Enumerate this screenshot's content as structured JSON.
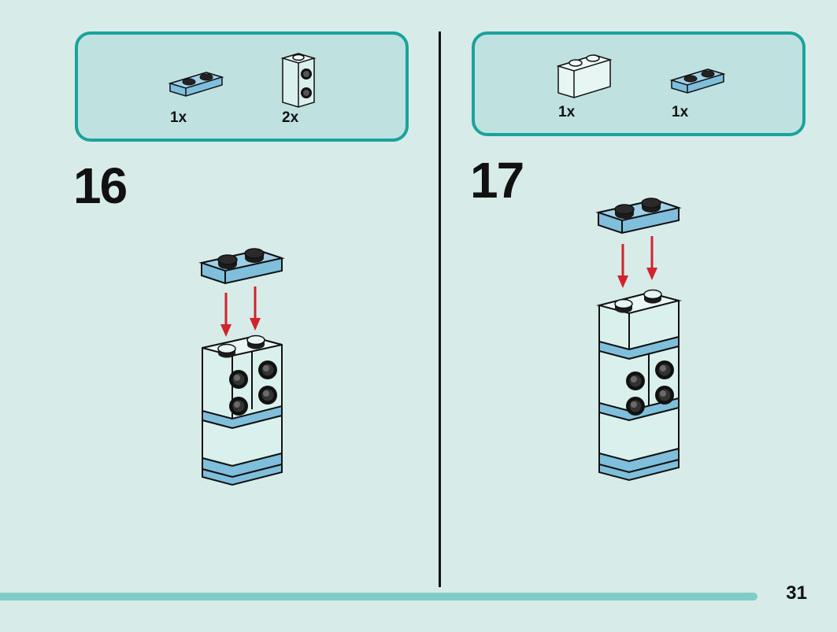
{
  "page": {
    "number": "31"
  },
  "steps": [
    {
      "number": "16",
      "parts": [
        {
          "qty": "1x",
          "icon": "blue-1x2-plate-icon"
        },
        {
          "qty": "2x",
          "icon": "white-1x1-brick-side-studs-icon"
        }
      ]
    },
    {
      "number": "17",
      "parts": [
        {
          "qty": "1x",
          "icon": "white-1x2-brick-icon"
        },
        {
          "qty": "1x",
          "icon": "blue-1x2-plate-icon"
        }
      ]
    }
  ],
  "colors": {
    "background": "#d7ebe9",
    "accent_teal": "#1aa39a",
    "parts_box_fill": "#bfe2e0",
    "plate_blue": "#7fbfdc",
    "brick_white": "#d9f0ec",
    "arrow_red": "#d0242c",
    "footer_bar": "#7fcdc6"
  }
}
